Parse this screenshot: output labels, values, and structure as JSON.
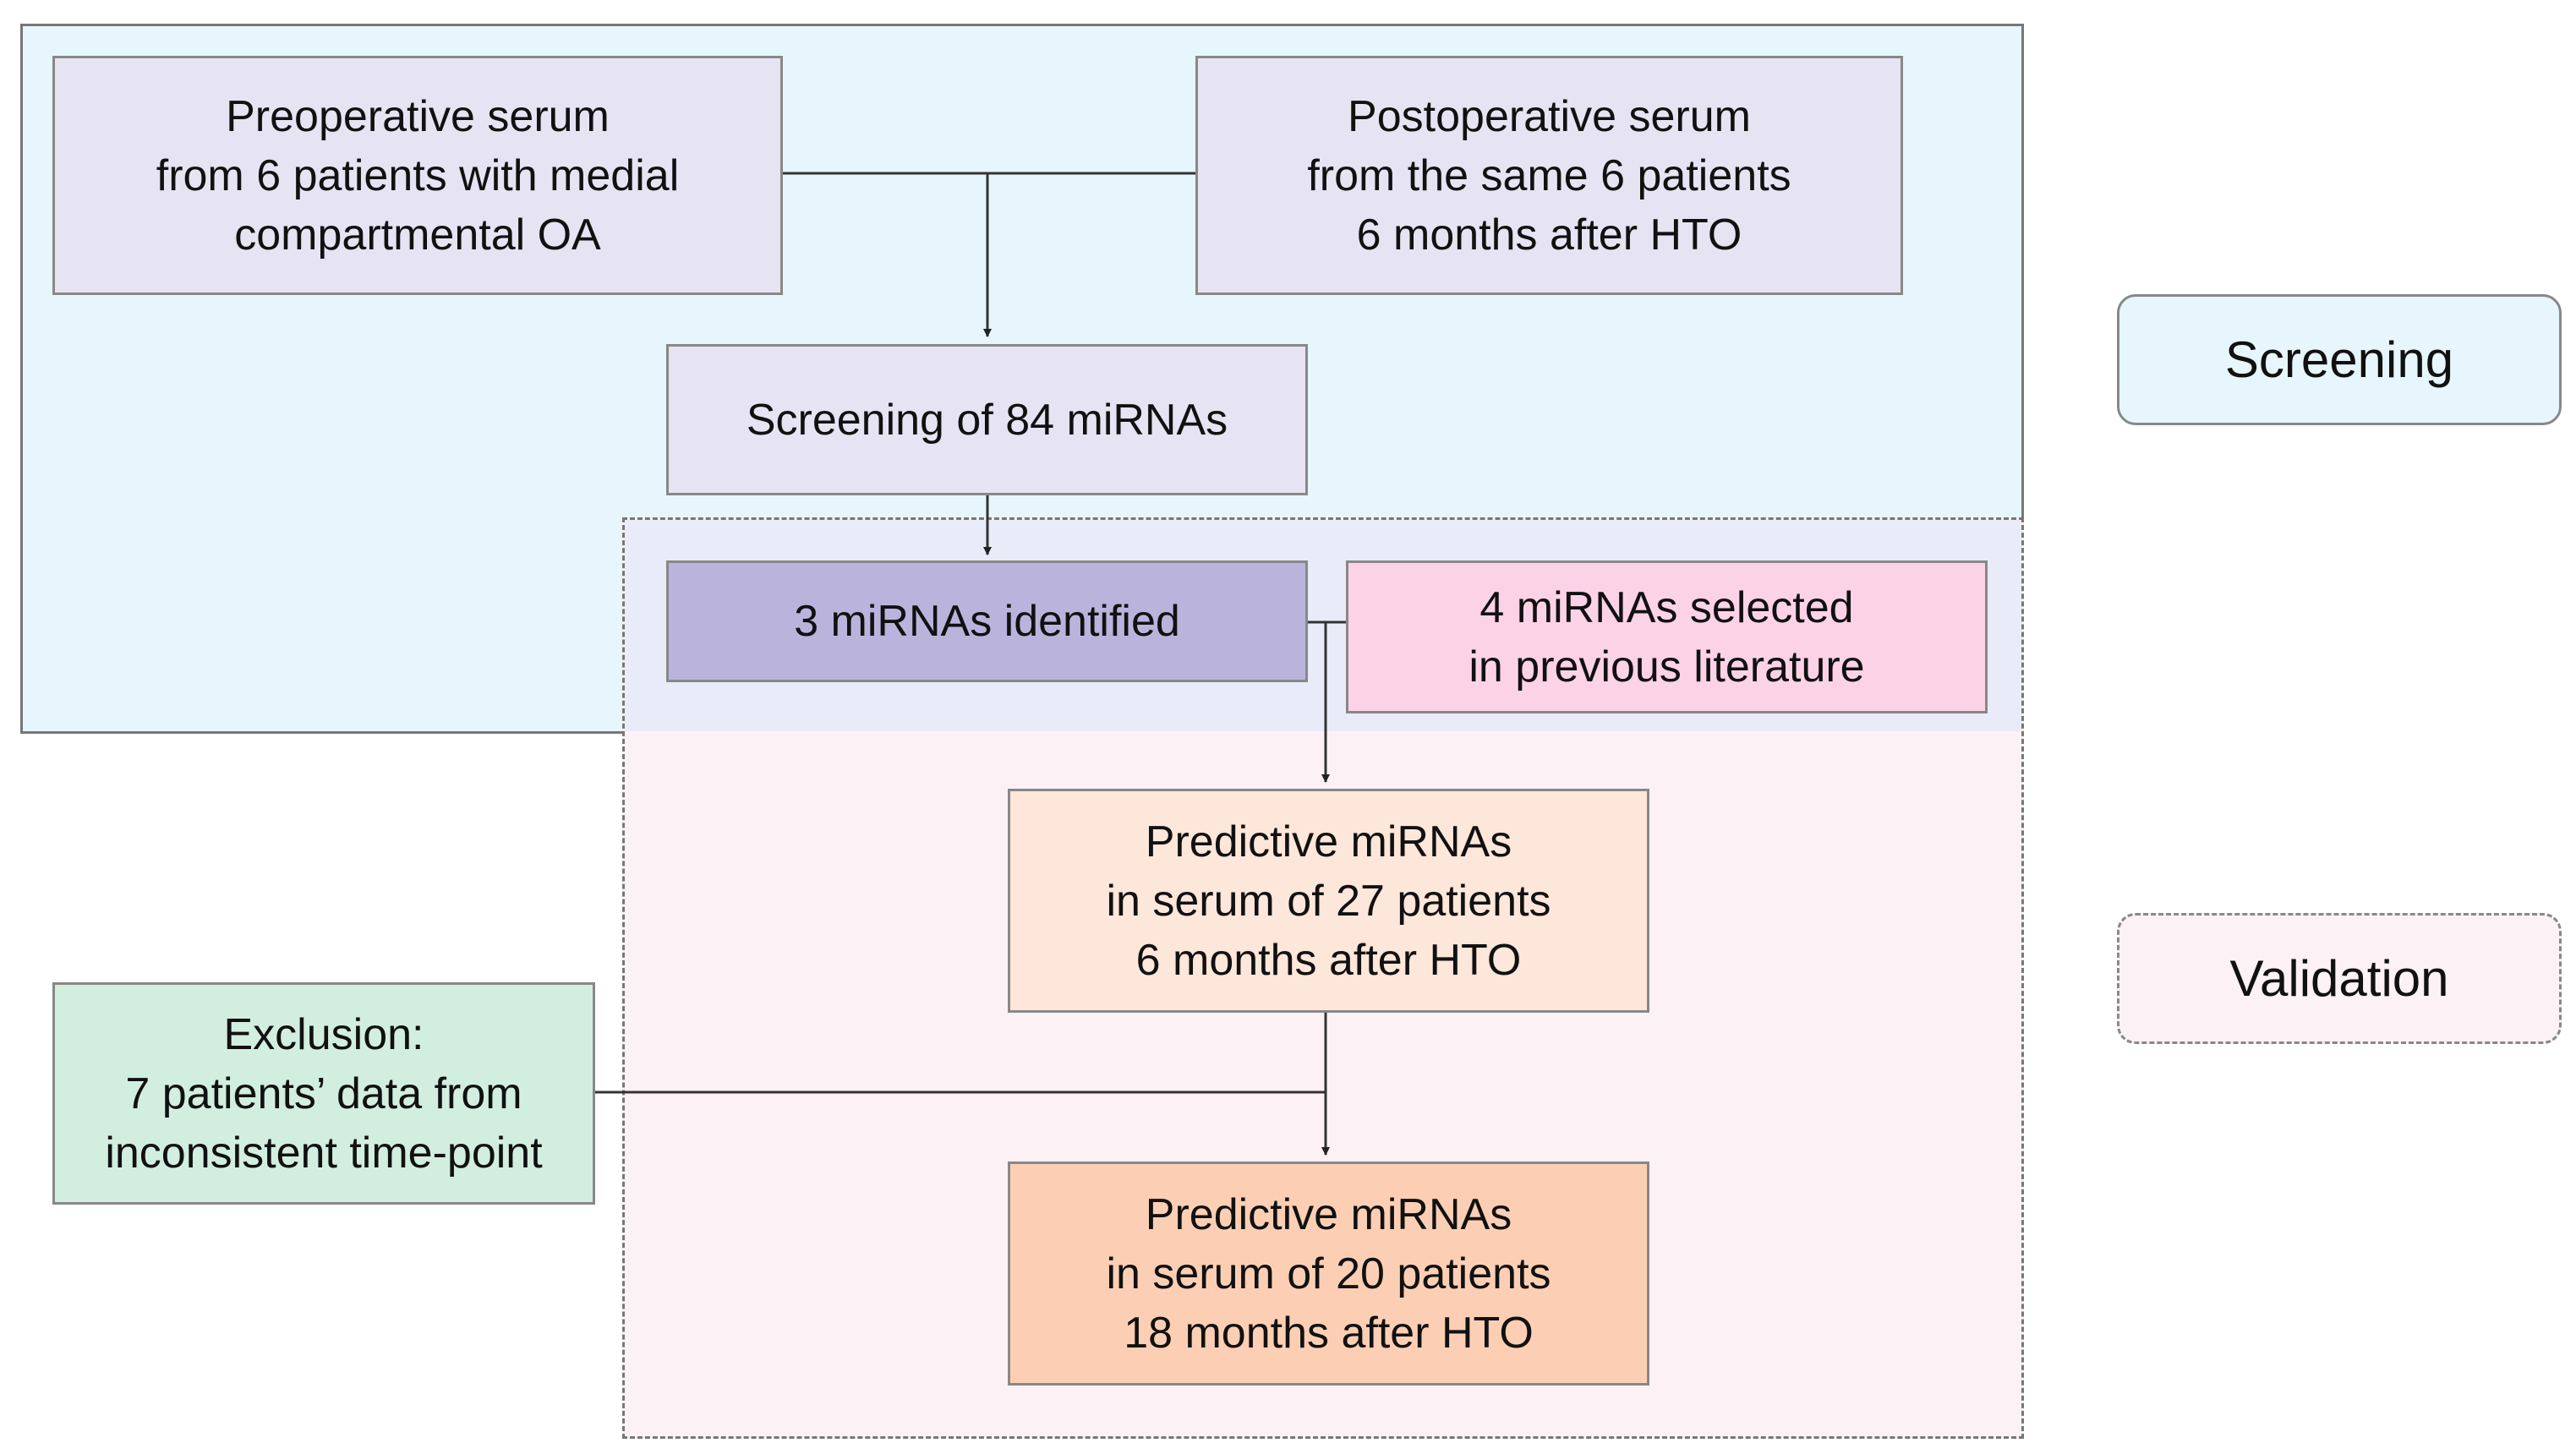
{
  "boxes": {
    "preop": [
      "Preoperative serum",
      "from 6 patients with medial",
      "compartmental OA"
    ],
    "postop": [
      "Postoperative serum",
      "from the same  6 patients",
      "6 months after HTO"
    ],
    "screening": [
      "Screening of 84 miRNAs"
    ],
    "identified": [
      "3 miRNAs identified"
    ],
    "literature": [
      "4 miRNAs selected",
      "in previous literature"
    ],
    "predictive27": [
      "Predictive miRNAs",
      "in serum of 27 patients",
      "6 months after HTO"
    ],
    "exclusion": [
      "Exclusion:",
      "7 patients’ data from",
      "inconsistent time-point"
    ],
    "predictive20": [
      "Predictive miRNAs",
      "in serum of 20 patients",
      "18 months after HTO"
    ]
  },
  "legend": {
    "screening": "Screening",
    "validation": "Validation"
  },
  "colors": {
    "screening_region": "#e6f6fc",
    "validation_region": "#fcf1f5",
    "lavender_box": "#e6e3f3",
    "identified_box": "#bab4dd",
    "literature_box": "#fcd2e6",
    "peach_box": "#fde6da",
    "salmon_box": "#fccfb5",
    "exclusion_box": "#d2eedf"
  }
}
